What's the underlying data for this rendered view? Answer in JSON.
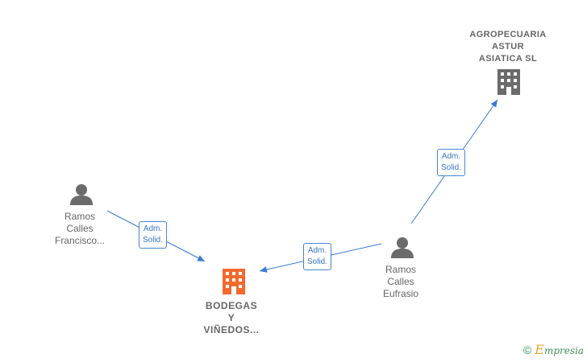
{
  "nodes": {
    "agropecuaria": {
      "type": "company",
      "label": "AGROPECUARIA\nASTUR\nASIATICA  SL",
      "color": "#6b6b6b"
    },
    "bodegas": {
      "type": "company",
      "label": "BODEGAS\nY\nVIÑEDOS...",
      "color": "#f26a2e"
    },
    "francisco": {
      "type": "person",
      "label": "Ramos\nCalles\nFrancisco...",
      "color": "#6b6b6b"
    },
    "eufrasio": {
      "type": "person",
      "label": "Ramos\nCalles\nEufrasio",
      "color": "#6b6b6b"
    }
  },
  "edges": [
    {
      "from": "francisco",
      "to": "bodegas",
      "label": "Adm.\nSolid."
    },
    {
      "from": "eufrasio",
      "to": "bodegas",
      "label": "Adm.\nSolid."
    },
    {
      "from": "eufrasio",
      "to": "agropecuaria",
      "label": "Adm.\nSolid."
    }
  ],
  "colors": {
    "edge": "#3a7bd5",
    "edge_label_border": "#4a86d0"
  },
  "footer": {
    "copyright": "©",
    "brand_initial": "E",
    "brand_rest": "mpresia"
  }
}
